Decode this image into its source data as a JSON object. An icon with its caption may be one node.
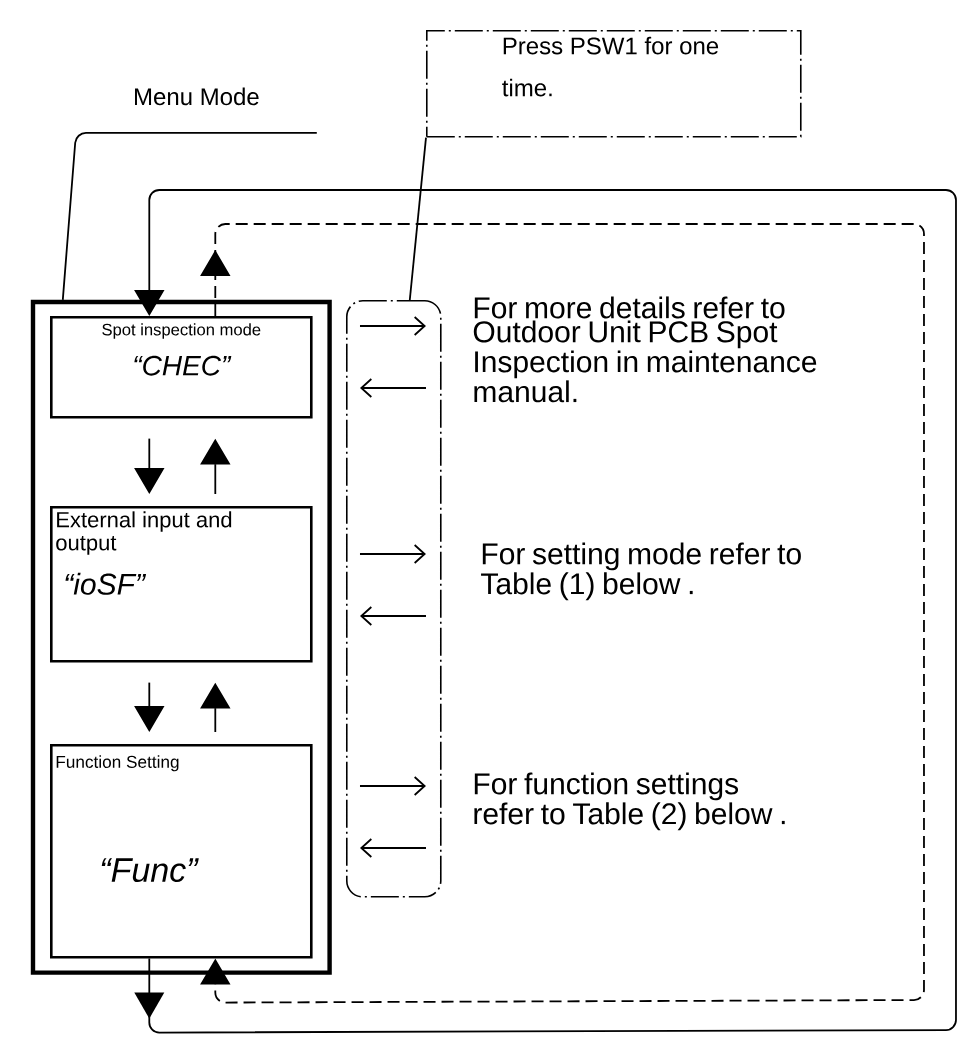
{
  "diagram": {
    "nodes": [
      {
        "text": [
          "Menu Mode"
        ]
      },
      {
        "text": [],
        "shape": "box"
      },
      {
        "text": [
          "Spot inspection mode",
          "“CHEC”"
        ],
        "in": 1
      },
      {
        "text": [
          "External input and output",
          "“ioSF”"
        ],
        "in": 1
      },
      {
        "text": [
          "Function Setting",
          "“Func”"
        ],
        "in": 1
      },
      {
        "text": [
          "Press PSW1 for one time."
        ]
      },
      {
        "text": [],
        "shape": "box"
      },
      {
        "text": [
          "For more details refer to Outdoor Unit PCB Spot Inspection in maintenance manual."
        ]
      },
      {
        "text": [
          "For setting mode refer to Table (1) below ."
        ]
      },
      {
        "text": [
          "For function settings refer to Table (2) below ."
        ]
      }
    ],
    "edges": [
      {
        "from": 0,
        "to": 1,
        "arrow": "none"
      },
      {
        "from": 5,
        "to": 6,
        "arrow": "none"
      },
      {
        "from": 2,
        "to": 3,
        "arrow": "to"
      },
      {
        "from": 3,
        "to": 2,
        "arrow": "to"
      },
      {
        "from": 3,
        "to": 4,
        "arrow": "to"
      },
      {
        "from": 4,
        "to": 3,
        "arrow": "to"
      },
      {
        "from": 4,
        "to": 2,
        "arrow": "to"
      },
      {
        "from": 2,
        "to": 4,
        "arrow": "to",
        "style": "dashed"
      }
    ]
  }
}
